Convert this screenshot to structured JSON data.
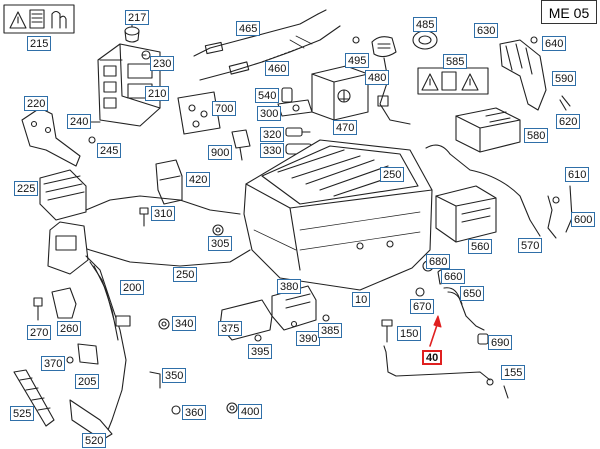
{
  "diagram_code": "ME 05",
  "highlight_color": "#e02020",
  "callout_border_color": "#2f6fa8",
  "parts": [
    {
      "id": "c215",
      "label": "215"
    },
    {
      "id": "c217",
      "label": "217"
    },
    {
      "id": "c465",
      "label": "465"
    },
    {
      "id": "c485",
      "label": "485"
    },
    {
      "id": "c630",
      "label": "630"
    },
    {
      "id": "c640",
      "label": "640"
    },
    {
      "id": "c230",
      "label": "230"
    },
    {
      "id": "c460",
      "label": "460"
    },
    {
      "id": "c495",
      "label": "495"
    },
    {
      "id": "c480",
      "label": "480"
    },
    {
      "id": "c585",
      "label": "585"
    },
    {
      "id": "c590",
      "label": "590"
    },
    {
      "id": "c210",
      "label": "210"
    },
    {
      "id": "c540",
      "label": "540"
    },
    {
      "id": "c470",
      "label": "470"
    },
    {
      "id": "c220",
      "label": "220"
    },
    {
      "id": "c700",
      "label": "700"
    },
    {
      "id": "c300",
      "label": "300"
    },
    {
      "id": "c620",
      "label": "620"
    },
    {
      "id": "c240",
      "label": "240"
    },
    {
      "id": "c320",
      "label": "320"
    },
    {
      "id": "c580",
      "label": "580"
    },
    {
      "id": "c245",
      "label": "245"
    },
    {
      "id": "c900",
      "label": "900"
    },
    {
      "id": "c330",
      "label": "330"
    },
    {
      "id": "c420",
      "label": "420"
    },
    {
      "id": "c250a",
      "label": "250"
    },
    {
      "id": "c610",
      "label": "610"
    },
    {
      "id": "c225",
      "label": "225"
    },
    {
      "id": "c310",
      "label": "310"
    },
    {
      "id": "c600",
      "label": "600"
    },
    {
      "id": "c305",
      "label": "305"
    },
    {
      "id": "c560",
      "label": "560"
    },
    {
      "id": "c570",
      "label": "570"
    },
    {
      "id": "c250b",
      "label": "250"
    },
    {
      "id": "c680",
      "label": "680"
    },
    {
      "id": "c660",
      "label": "660"
    },
    {
      "id": "c380",
      "label": "380"
    },
    {
      "id": "c200",
      "label": "200"
    },
    {
      "id": "c10",
      "label": "10"
    },
    {
      "id": "c650",
      "label": "650"
    },
    {
      "id": "c670",
      "label": "670"
    },
    {
      "id": "c270",
      "label": "270"
    },
    {
      "id": "c260",
      "label": "260"
    },
    {
      "id": "c340",
      "label": "340"
    },
    {
      "id": "c375",
      "label": "375"
    },
    {
      "id": "c390",
      "label": "390"
    },
    {
      "id": "c385",
      "label": "385"
    },
    {
      "id": "c150",
      "label": "150"
    },
    {
      "id": "c395",
      "label": "395"
    },
    {
      "id": "c690",
      "label": "690"
    },
    {
      "id": "c40",
      "label": "40"
    },
    {
      "id": "c370",
      "label": "370"
    },
    {
      "id": "c350",
      "label": "350"
    },
    {
      "id": "c155",
      "label": "155"
    },
    {
      "id": "c205",
      "label": "205"
    },
    {
      "id": "c360",
      "label": "360"
    },
    {
      "id": "c400",
      "label": "400"
    },
    {
      "id": "c525",
      "label": "525"
    },
    {
      "id": "c520",
      "label": "520"
    }
  ]
}
